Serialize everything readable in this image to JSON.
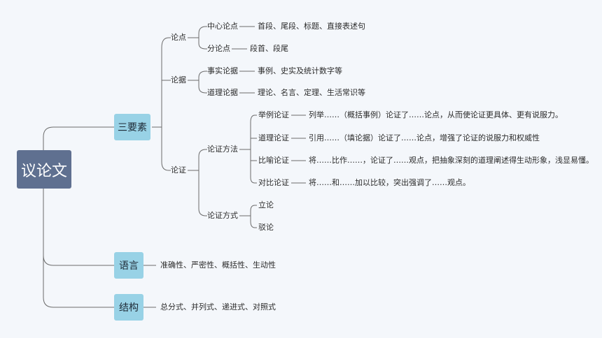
{
  "root": "议论文",
  "elements": {
    "label": "三要素",
    "lundian": {
      "label": "论点",
      "center": {
        "label": "中心论点",
        "desc": "首段、尾段、标题、直接表述句"
      },
      "sub": {
        "label": "分论点",
        "desc": "段首、段尾"
      }
    },
    "lunju": {
      "label": "论据",
      "fact": {
        "label": "事实论据",
        "desc": "事例、史实及统计数字等"
      },
      "reason": {
        "label": "道理论据",
        "desc": "理论、名言、定理、生活常识等"
      }
    },
    "lunzheng": {
      "label": "论证",
      "methods": {
        "label": "论证方法",
        "items": [
          {
            "label": "举例论证",
            "desc": "列举……（概括事例）论证了……论点，从而使论证更具体、更有说服力。"
          },
          {
            "label": "道理论证",
            "desc": "引用……（填论据）论证了……论点，增强了论证的说服力和权威性"
          },
          {
            "label": "比喻论证",
            "desc": "将……比作……，论证了……观点，把抽象深刻的道理阐述得生动形象，浅显易懂。"
          },
          {
            "label": "对比论证",
            "desc": "将……和……加以比较，突出强调了……观点。"
          }
        ]
      },
      "ways": {
        "label": "论证方式",
        "items": [
          "立论",
          "驳论"
        ]
      }
    }
  },
  "language": {
    "label": "语言",
    "desc": "准确性、严密性、概括性、生动性"
  },
  "structure": {
    "label": "结构",
    "desc": "总分式、并列式、递进式、对照式"
  }
}
